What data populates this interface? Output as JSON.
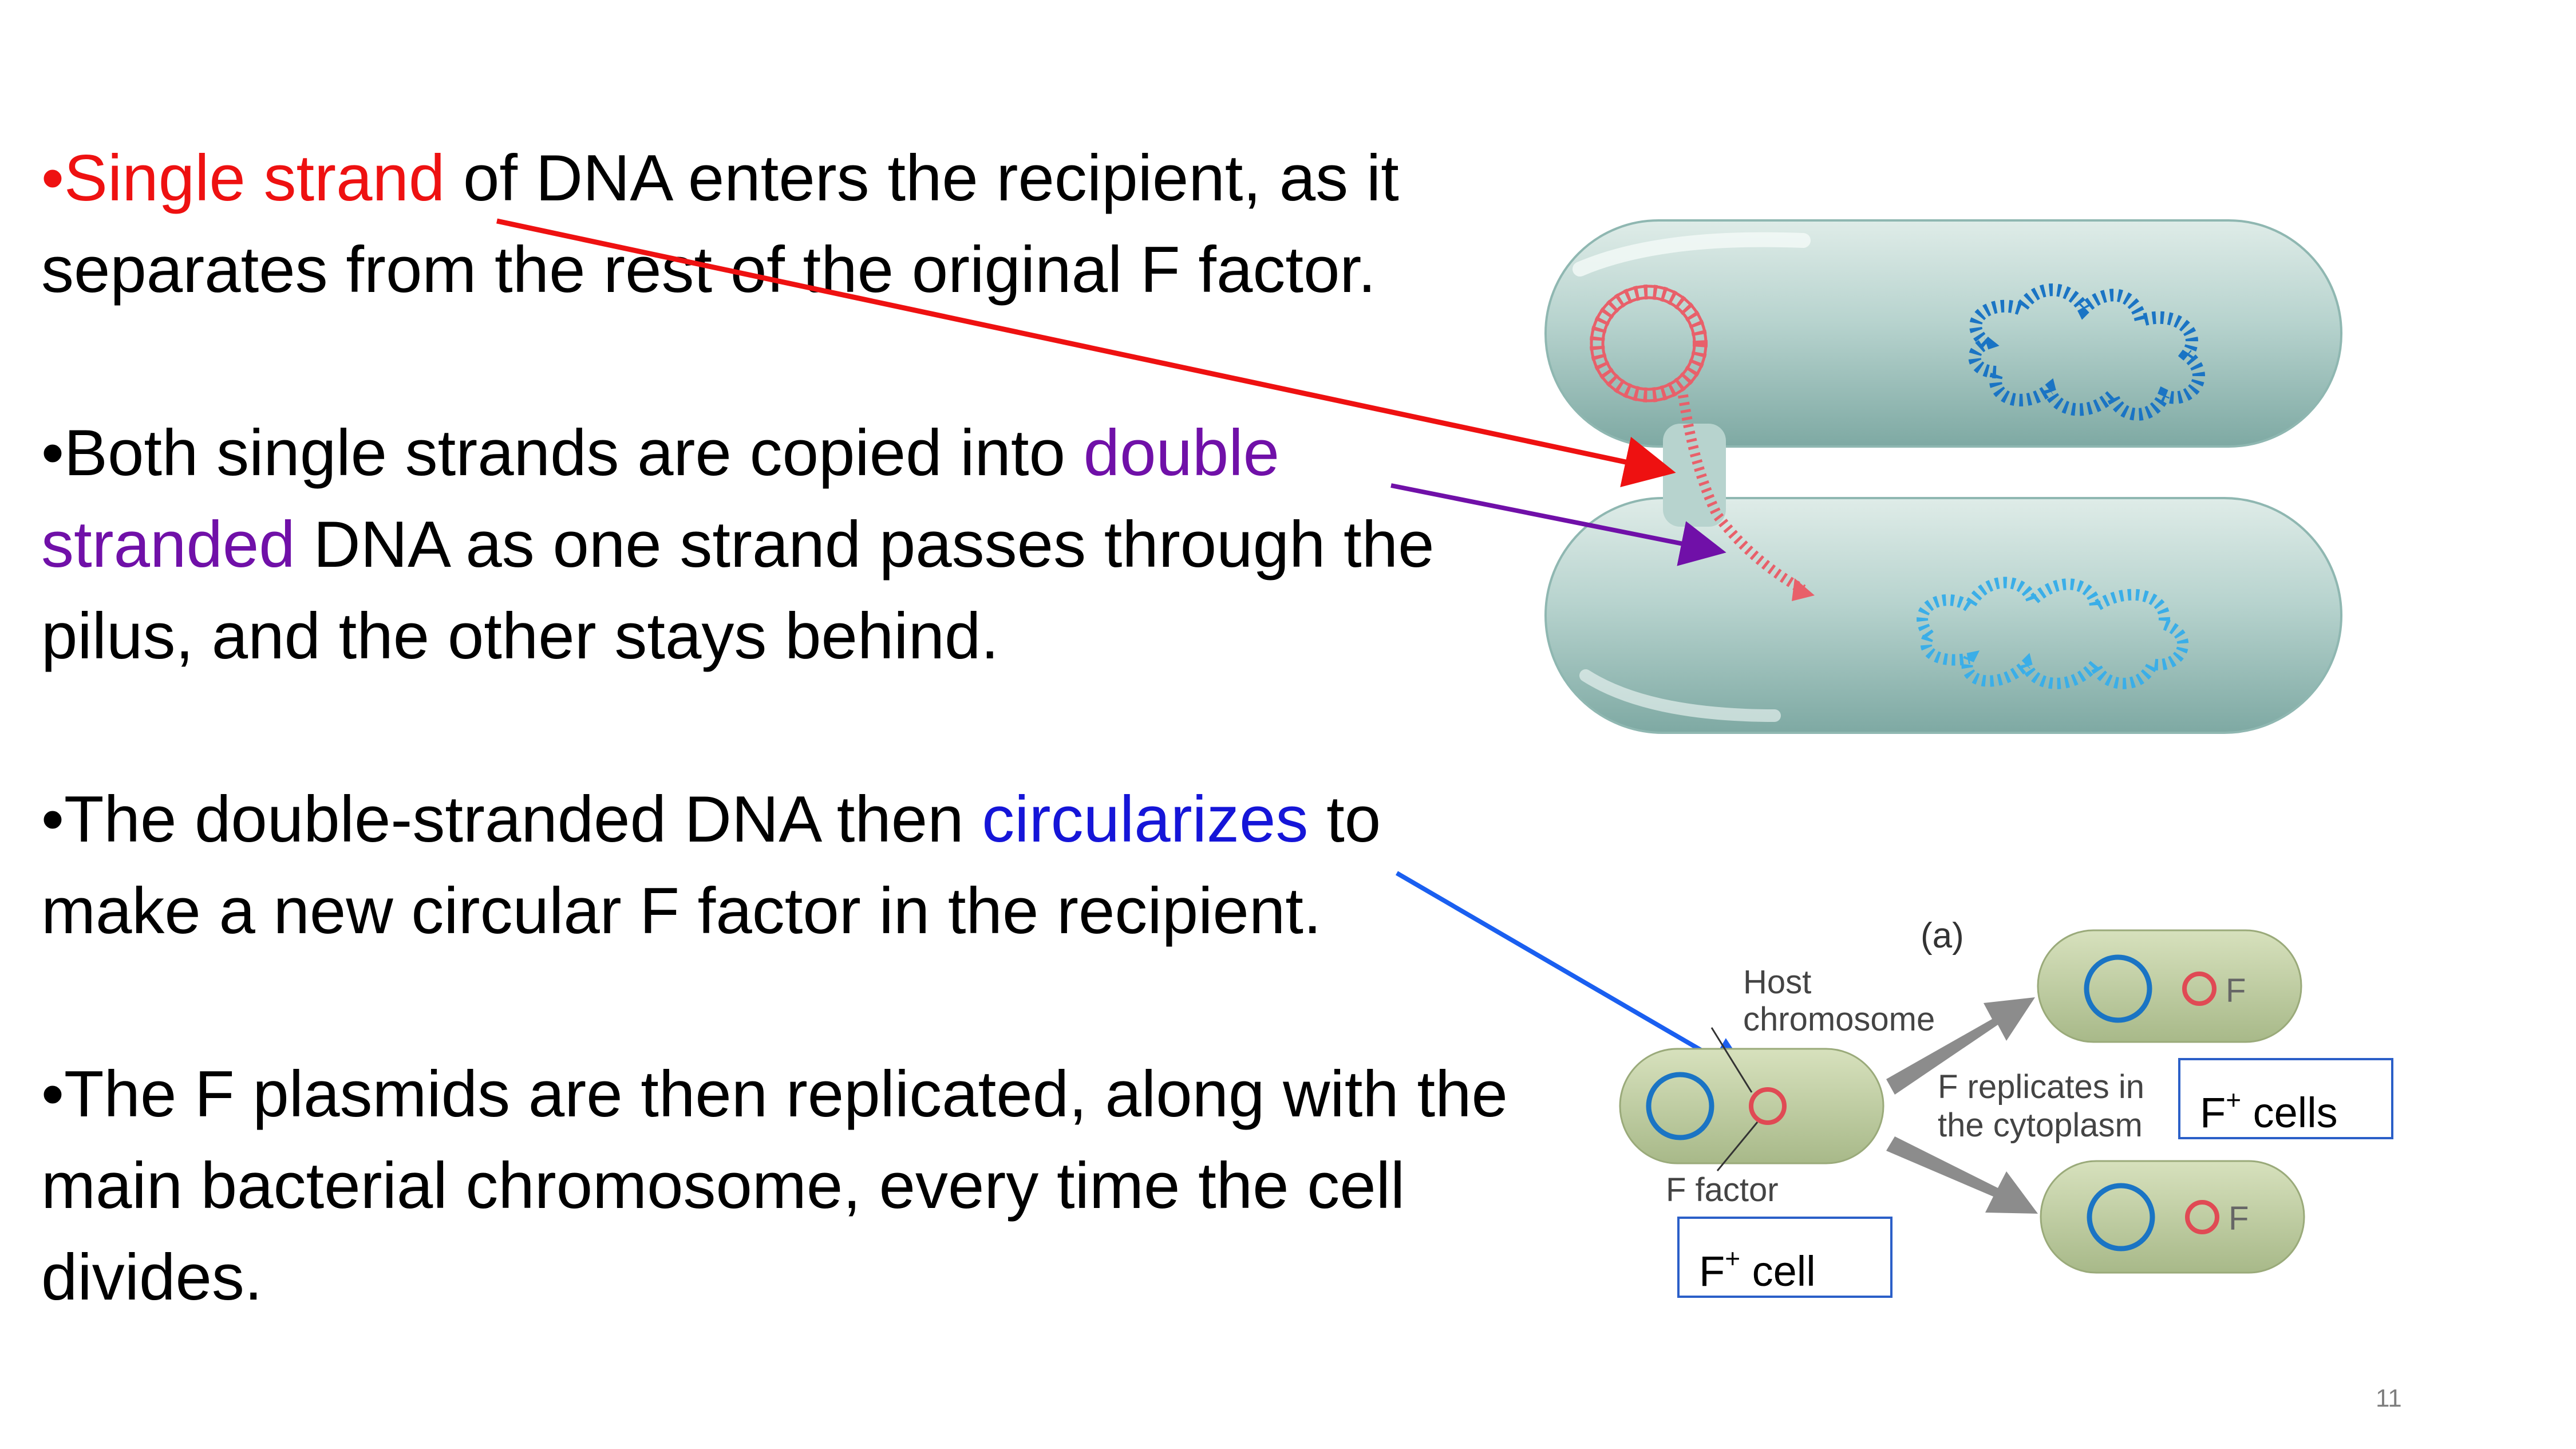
{
  "bullets": [
    {
      "marker": "•",
      "highlight": "Single strand",
      "rest": " of DNA enters the recipient, as it separates from the rest of the original F factor.",
      "color": "#ee1111"
    },
    {
      "marker": "•",
      "before": "Both single strands are copied into ",
      "highlight": "double stranded",
      "rest": " DNA as one strand passes through the pilus, and the other stays behind.",
      "color": "#7010a8"
    },
    {
      "marker": "•",
      "before": "The double-stranded DNA then ",
      "highlight": "circularizes",
      "rest": " to make a new circular F factor in the recipient.",
      "color": "#1515d8"
    },
    {
      "marker": "•",
      "text": "The F plasmids are then replicated, along with the main bacterial chromosome, every time the cell divides."
    }
  ],
  "figure_b": {
    "panel_label": "(a)",
    "host_chromosome_label": "Host chromosome",
    "host_line1": "Host",
    "host_line2": "chromosome",
    "f_factor_label": "F factor",
    "replicates_line1": "F replicates in",
    "replicates_line2": "the cytoplasm",
    "f_marker": "F",
    "f_cell_box": {
      "base": "F",
      "sup": "+",
      "suffix": " cell"
    },
    "f_cells_box": {
      "base": "F",
      "sup": "+",
      "suffix": " cells"
    }
  },
  "page_number": "11",
  "colors": {
    "red": "#ee1111",
    "purple": "#7010a8",
    "blue": "#1515d8",
    "cell": "#b9d4cf",
    "small_cell": "#c4d1a4"
  }
}
